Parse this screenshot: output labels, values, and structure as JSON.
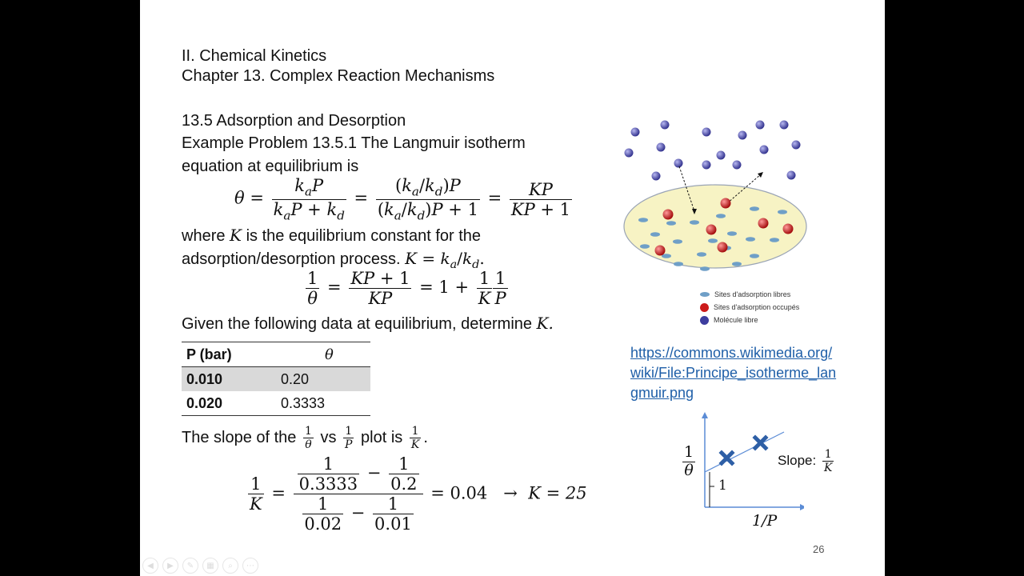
{
  "header": {
    "line1": "II. Chemical Kinetics",
    "line2": "Chapter 13. Complex Reaction Mechanisms"
  },
  "section": {
    "title": "13.5 Adsorption and Desorption",
    "problem_line1": "Example Problem 13.5.1 The Langmuir isotherm",
    "problem_line2": "equation at equilibrium is"
  },
  "text": {
    "where_line1_a": "where",
    "where_K": "K",
    "where_line1_b": "is the equilibrium constant for the",
    "where_line2": "adsorption/desorption process.",
    "given_line": "Given the following data at equilibrium, determine",
    "given_K": "K.",
    "slope_a": "The slope of the",
    "slope_vs": "vs",
    "slope_b": "plot is",
    "slope_end": "."
  },
  "table": {
    "headers": [
      "P (bar)",
      "θ"
    ],
    "rows": [
      {
        "p": "0.010",
        "theta": "0.20"
      },
      {
        "p": "0.020",
        "theta": "0.3333"
      }
    ]
  },
  "final_equation": {
    "v1": "0.3333",
    "v2": "0.2",
    "v3": "0.02",
    "v4": "0.01",
    "result": "= 0.04",
    "arrow": "→",
    "answer": "K = 25"
  },
  "figure": {
    "legend": [
      {
        "label": "Sites d'adsorption libres",
        "color": "#6f9fc7"
      },
      {
        "label": "Sites d'adsorption occupés",
        "color": "#cc1a1a"
      },
      {
        "label": "Molécule libre",
        "color": "#3d3d9e"
      }
    ],
    "link": "https://commons.wikimedia.org/wiki/File:Principe_isotherme_langmuir.png"
  },
  "mini_plot": {
    "y_label_num": "1",
    "y_label_den": "θ",
    "x_label": "1/P",
    "intercept_label": "1",
    "slope_label": "Slope:",
    "slope_num": "1",
    "slope_den": "K"
  },
  "page_number": "26",
  "colors": {
    "slide_bg": "#ffffff",
    "frame_bg": "#000000",
    "link": "#1f5fa8",
    "marker": "#2e5fa6"
  }
}
